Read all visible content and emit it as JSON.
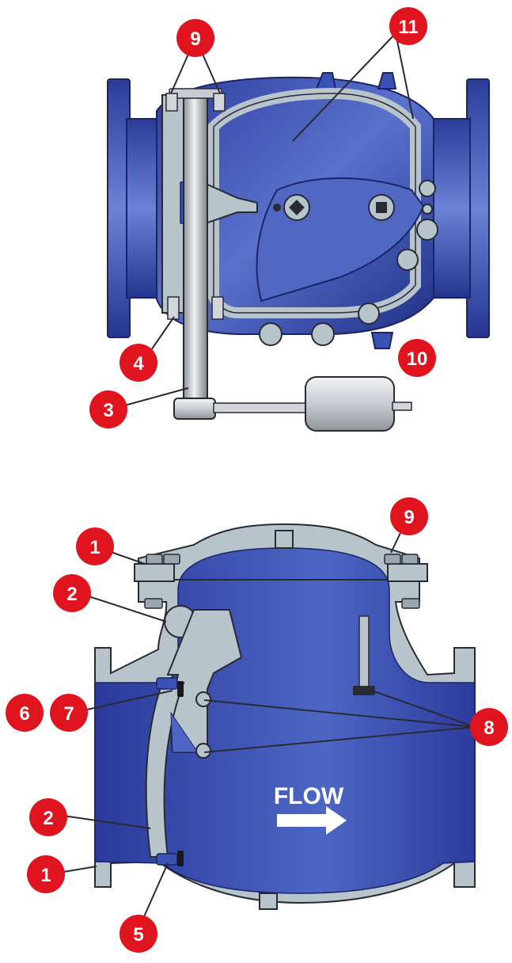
{
  "diagram": {
    "flow_label": "FLOW",
    "colors": {
      "callout_red": "#e0141e",
      "valve_blue": "#3a52b4",
      "valve_blue_dark": "#1f2f86",
      "valve_blue_light": "#6c83d4",
      "section_grey": "#b8c4cc",
      "outline": "#2a2a35",
      "metal_grey": "#9aa0a6"
    },
    "callouts": [
      {
        "id": "top-9",
        "label": "9"
      },
      {
        "id": "top-11",
        "label": "11"
      },
      {
        "id": "top-4",
        "label": "4"
      },
      {
        "id": "top-10",
        "label": "10"
      },
      {
        "id": "top-3",
        "label": "3"
      },
      {
        "id": "bot-9",
        "label": "9"
      },
      {
        "id": "bot-1a",
        "label": "1"
      },
      {
        "id": "bot-2a",
        "label": "2"
      },
      {
        "id": "bot-6",
        "label": "6"
      },
      {
        "id": "bot-7",
        "label": "7"
      },
      {
        "id": "bot-8",
        "label": "8"
      },
      {
        "id": "bot-2b",
        "label": "2"
      },
      {
        "id": "bot-1b",
        "label": "1"
      },
      {
        "id": "bot-5",
        "label": "5"
      }
    ]
  }
}
